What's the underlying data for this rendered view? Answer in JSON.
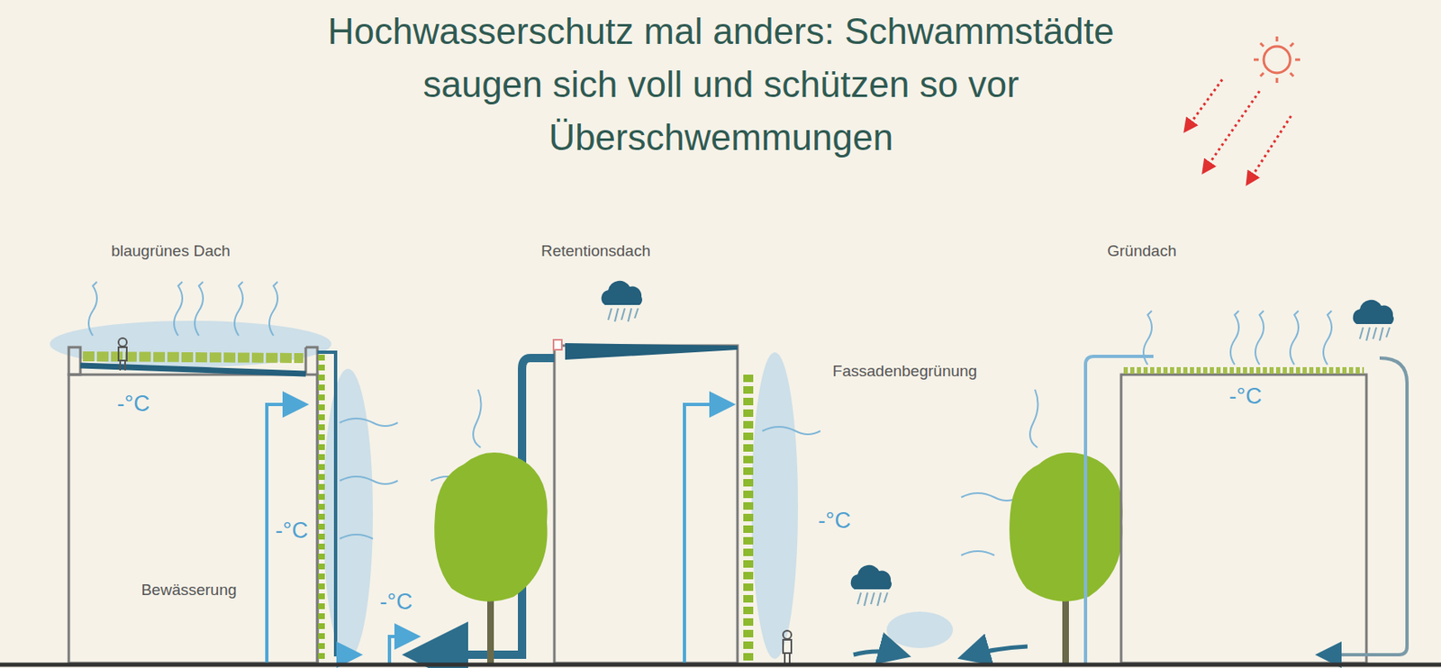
{
  "diagram": {
    "title": "Hochwasserschutz mal anders: Schwammstädte saugen sich voll und schützen so vor Überschwemmungen",
    "labels": [
      "blaugrünes Dach",
      "Retentionsdach",
      "Gründach",
      "Fassadenbegrünung",
      "-°C",
      "-°C",
      "-°C",
      "-°C",
      "-°C",
      "Bewässerung"
    ]
  }
}
